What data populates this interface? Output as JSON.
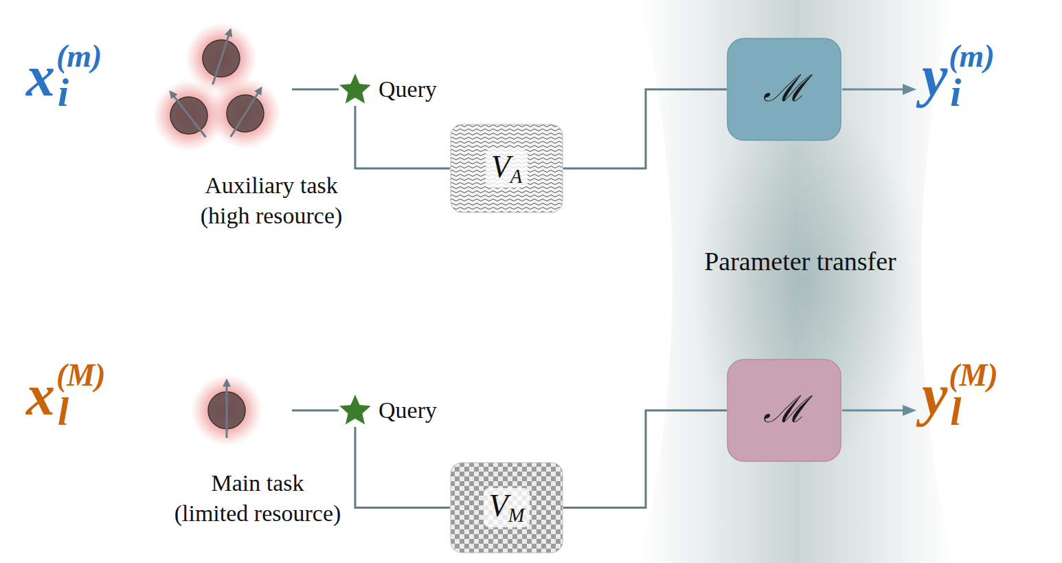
{
  "diagram": {
    "nodes": [
      {
        "text": [
          "Auxiliary task (high resource)"
        ]
      },
      {
        "text": [
          "Query"
        ]
      },
      {
        "text": [
          "V_A"
        ]
      },
      {
        "text": [
          "ℳ"
        ]
      },
      {
        "text": [
          "Main task (limited resource)"
        ]
      },
      {
        "text": [
          "Query"
        ]
      },
      {
        "text": [
          "V_M"
        ]
      },
      {
        "text": [
          "ℳ"
        ]
      }
    ],
    "edges": [
      {
        "from": 0,
        "to": 1,
        "arrow": "none"
      },
      {
        "from": 1,
        "to": 2,
        "arrow": "none"
      },
      {
        "from": 2,
        "to": 3,
        "arrow": "none"
      },
      {
        "from": 4,
        "to": 5,
        "arrow": "none"
      },
      {
        "from": 5,
        "to": 6,
        "arrow": "none"
      },
      {
        "from": 6,
        "to": 7,
        "arrow": "none"
      }
    ],
    "labels": [
      "x_i^(m)",
      "y_i^(m)",
      "Parameter transfer",
      "x_l^(M)",
      "y_l^(M)"
    ]
  }
}
